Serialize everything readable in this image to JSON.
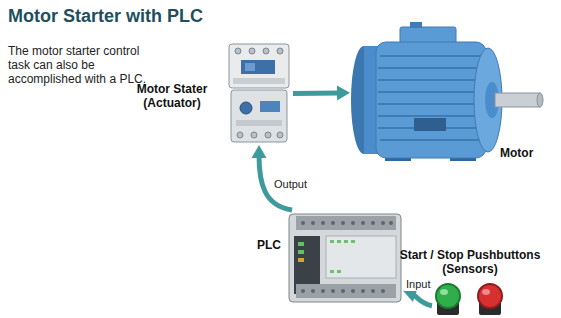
{
  "diagram": {
    "title": "Motor Starter with PLC",
    "nodes": [
      {
        "text": [
          "Motor Stater (Actuator)"
        ]
      },
      {
        "text": [
          "Motor"
        ]
      },
      {
        "text": [
          "PLC"
        ]
      },
      {
        "text": [
          "Start / Stop Pushbuttons (Sensors)"
        ]
      }
    ],
    "edges": [
      {
        "from": 0,
        "to": 1,
        "arrow": "to"
      },
      {
        "from": 2,
        "to": 0,
        "label": "Output",
        "arrow": "to"
      },
      {
        "from": 3,
        "to": 2,
        "label": "Input",
        "arrow": "to"
      }
    ],
    "labels": [
      "The motor starter control task can also be accomplished with a PLC."
    ]
  }
}
